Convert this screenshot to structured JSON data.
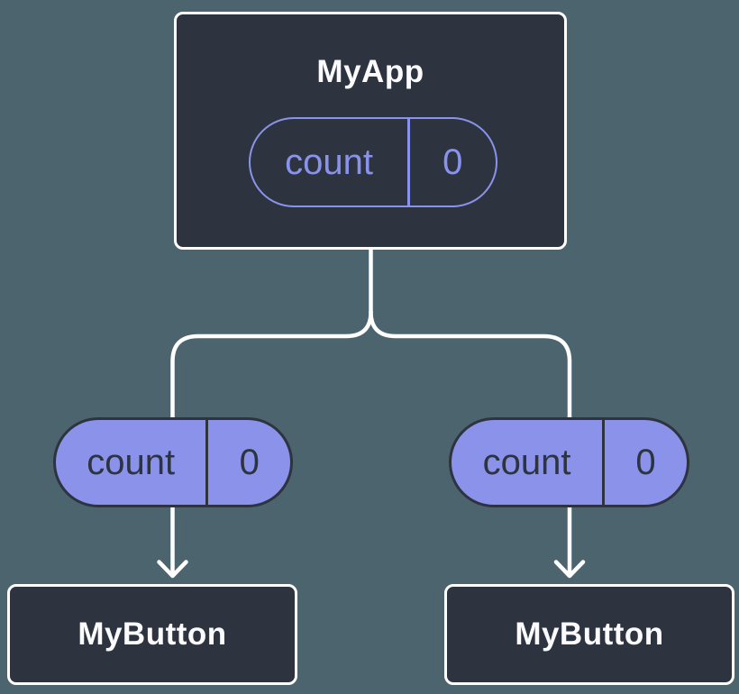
{
  "colors": {
    "background": "#4C646E",
    "node_surface": "#2D3440",
    "node_border": "#FFFFFF",
    "node_text": "#FBFBFD",
    "prop_pill_fill": "#8A92E9",
    "prop_pill_text": "#2D3440",
    "state_pill_outline": "#8A93EC",
    "state_pill_text": "#8A93EC",
    "connector_line": "#FFFFFF"
  },
  "nodes": {
    "root": {
      "label": "MyApp",
      "pill": {
        "name": "count",
        "value": "0"
      }
    },
    "child_left": {
      "label": "MyButton"
    },
    "child_right": {
      "label": "MyButton"
    }
  },
  "props": {
    "left": {
      "name": "count",
      "value": "0"
    },
    "right": {
      "name": "count",
      "value": "0"
    }
  }
}
